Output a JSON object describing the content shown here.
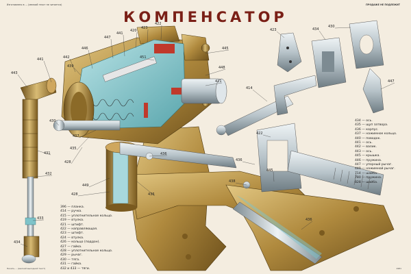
{
  "header": {
    "left_note": "Изготовлено в ... (мелкий текст не читается)",
    "right_note": "ПРОДАЖЕ НЕ ПОДЛЕЖИТ"
  },
  "title": "КОМПЕНСАТОР",
  "callouts": [
    "443",
    "441",
    "442",
    "446",
    "447",
    "441",
    "420",
    "423",
    "422",
    "439",
    "430",
    "431",
    "432",
    "428",
    "435",
    "437",
    "449",
    "445",
    "448",
    "421",
    "428",
    "436",
    "436",
    "414",
    "445",
    "423",
    "434",
    "430",
    "447",
    "422",
    "438",
    "436",
    "436",
    "434",
    "433",
    "451"
  ],
  "legend_left": [
    "396 — планка.",
    "414 — ручка.",
    "415 — уплотнительное кольцо.",
    "419 — втулка.",
    "421 — штифт.",
    "422 — направляющая.",
    "423 — штифт.",
    "424 — втулка.",
    "426 — кольцо (поддон).",
    "427 — гайка.",
    "428 — уплотнительное кольцо.",
    "429 — рычаг.",
    "430 — тяга.",
    "431 — гайка.",
    "432 и 433 — тяги."
  ],
  "legend_right": [
    "434 — ось.",
    "435 — щуп затвора.",
    "436 — корпус.",
    "437 — нажимное кольцо.",
    "440 — поводок.",
    "441 — ось.",
    "442 — валик.",
    "443 — ось.",
    "445 — крышка.",
    "446 — пружина.",
    "447 — упорный рычаг.",
    "449 — нажимной рычаг.",
    "714 — шайба.",
    "780 — пружина.",
    "828 — шайба."
  ],
  "footer": {
    "left": "Печать ... (мелкий выходной текст)",
    "right": "1981"
  },
  "colors": {
    "bronze": "#b08a3e",
    "bronze_dark": "#7a5a1f",
    "bronze_light": "#d8bb74",
    "cyan_section": "#7ec3c9",
    "steel": "#b7c3c9",
    "red_seal": "#c0392b",
    "title": "#7a1f16"
  }
}
